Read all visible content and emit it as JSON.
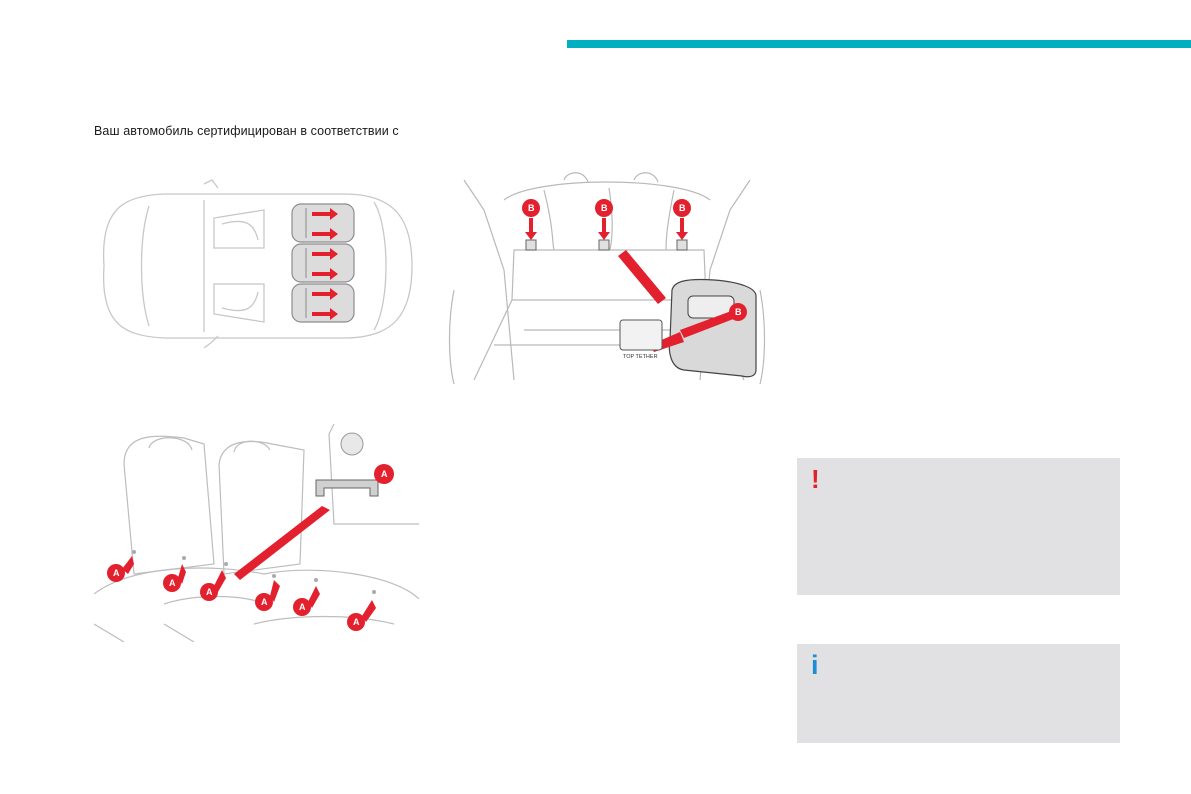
{
  "page": {
    "intro_text": "Ваш автомобиль сертифицирован в соответствии с",
    "accent_color": "#00b0c0"
  },
  "figures": {
    "top_tether_label": "TOP TETHER",
    "callout_a": "A",
    "callout_b": "B"
  },
  "notes": {
    "warning_symbol": "!",
    "warning_color": "#e2202e",
    "info_symbol": "i",
    "info_color": "#1a8fd6",
    "box_color": "#e1e1e3"
  }
}
